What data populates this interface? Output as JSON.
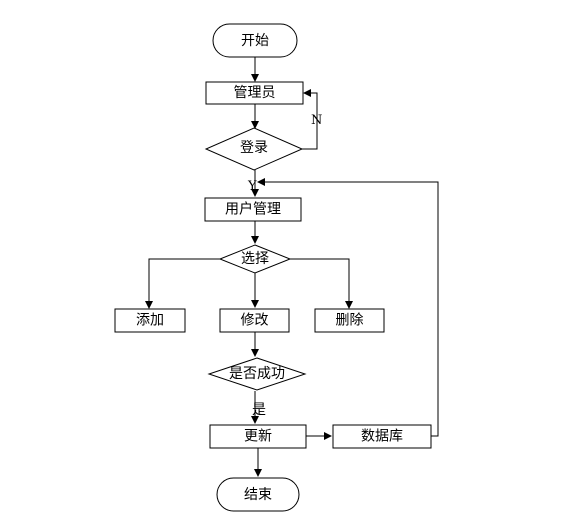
{
  "nodes": {
    "start": "开始",
    "admin": "管理员",
    "login": "登录",
    "user_mgmt": "用户管理",
    "choose": "选择",
    "add": "添加",
    "modify": "修改",
    "delete": "删除",
    "success": "是否成功",
    "update": "更新",
    "database": "数据库",
    "end": "结束"
  },
  "edges": {
    "login_no": "N",
    "login_yes": "Y",
    "success_yes": "是"
  }
}
